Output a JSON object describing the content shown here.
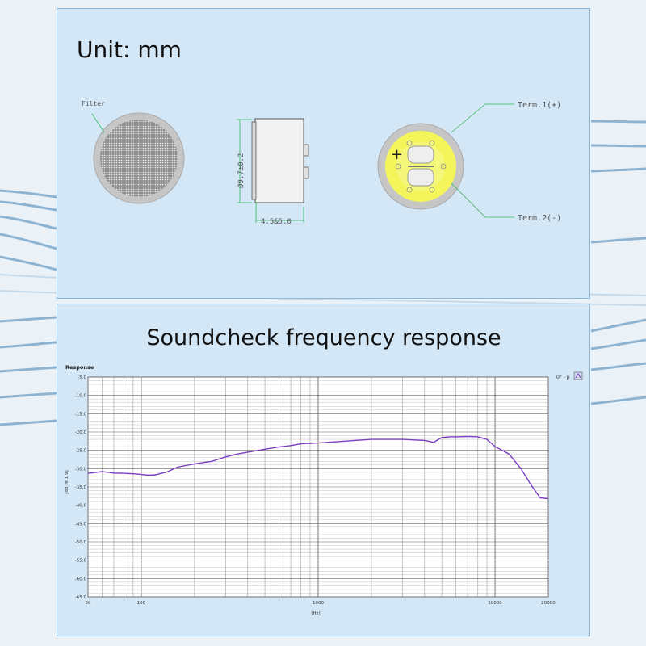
{
  "dimensions_panel": {
    "unit_label": "Unit: mm",
    "filter_label": "Filter",
    "diameter_label": "Ø9.7±0.2",
    "depth_label": "4.5&5.0",
    "term1_label": "Term.1(+)",
    "term2_label": "Term.2(-)",
    "plus_symbol": "+"
  },
  "response_panel": {
    "title": "Soundcheck frequency response",
    "legend_label": "0° - p"
  },
  "chart_data": {
    "type": "line",
    "title": "Response",
    "xlabel": "[Hz]",
    "ylabel": "[dB re 1 V]",
    "xscale": "log",
    "xlim": [
      50,
      20000
    ],
    "ylim": [
      -65,
      -5
    ],
    "grid": true,
    "x_tick_labels": [
      "50",
      "100",
      "1000",
      "10000",
      "20000"
    ],
    "x_tick_values": [
      50,
      100,
      1000,
      10000,
      20000
    ],
    "y_tick_values": [
      -5,
      -10,
      -15,
      -20,
      -25,
      -30,
      -35,
      -40,
      -45,
      -50,
      -55,
      -60,
      -65
    ],
    "y_tick_labels": [
      "-5.0",
      "-10.0",
      "-15.0",
      "-20.0",
      "-25.0",
      "-30.0",
      "-35.0",
      "-40.0",
      "-45.0",
      "-50.0",
      "-55.0",
      "-60.0",
      "-65.0"
    ],
    "series": [
      {
        "color": "#7a3fc0",
        "x": [
          50,
          60,
          70,
          80,
          90,
          100,
          110,
          120,
          140,
          160,
          200,
          250,
          300,
          350,
          400,
          500,
          600,
          700,
          800,
          1000,
          1500,
          2000,
          3000,
          4000,
          4500,
          5000,
          5500,
          6000,
          7000,
          8000,
          9000,
          10000,
          11000,
          12000,
          14000,
          16000,
          18000,
          20000
        ],
        "values": [
          -31.3,
          -30.8,
          -31.2,
          -31.3,
          -31.4,
          -31.6,
          -31.8,
          -31.7,
          -30.9,
          -29.6,
          -28.7,
          -28.0,
          -26.8,
          -26.0,
          -25.5,
          -24.7,
          -24.1,
          -23.7,
          -23.2,
          -23.0,
          -22.4,
          -22.0,
          -22.0,
          -22.3,
          -22.8,
          -21.5,
          -21.3,
          -21.3,
          -21.2,
          -21.3,
          -22.0,
          -24.0,
          -25.0,
          -26.0,
          -30.0,
          -34.5,
          -38.0,
          -38.2
        ]
      }
    ]
  }
}
